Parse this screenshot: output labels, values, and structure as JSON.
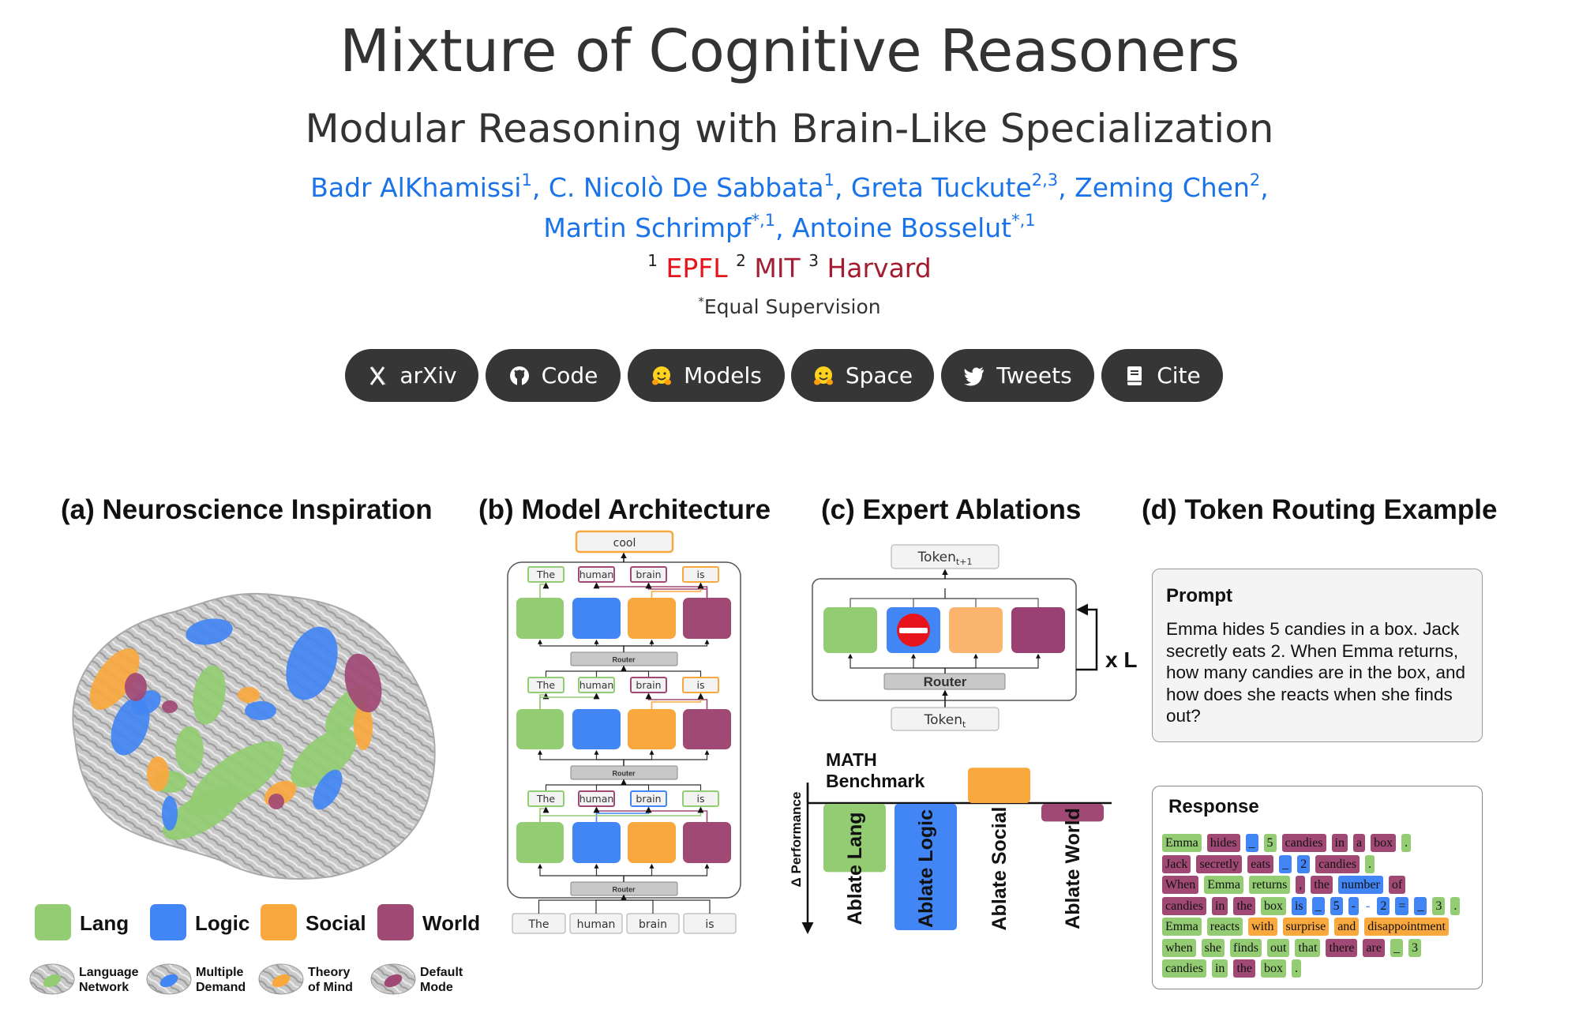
{
  "header": {
    "title": "Mixture of Cognitive Reasoners",
    "subtitle": "Modular Reasoning with Brain-Like Specialization",
    "authors": [
      {
        "name": "Badr AlKhamissi",
        "aff": "1"
      },
      {
        "name": "C. Nicolò De Sabbata",
        "aff": "1"
      },
      {
        "name": "Greta Tuckute",
        "aff": "2,3"
      },
      {
        "name": "Zeming Chen",
        "aff": "2"
      },
      {
        "name": "Martin Schrimpf",
        "aff": "*,1"
      },
      {
        "name": "Antoine Bosselut",
        "aff": "*,1"
      }
    ],
    "affiliations": [
      {
        "num": "1",
        "name": "EPFL",
        "color": "#e8141b"
      },
      {
        "num": "2",
        "name": "MIT",
        "color": "#a31f34"
      },
      {
        "num": "3",
        "name": "Harvard",
        "color": "#a51c30"
      }
    ],
    "equal_mark": "*",
    "equal_note": "Equal Supervision"
  },
  "buttons": [
    {
      "label": "arXiv",
      "icon": "arxiv-icon"
    },
    {
      "label": "Code",
      "icon": "github-icon"
    },
    {
      "label": "Models",
      "icon": "hugging-face-icon"
    },
    {
      "label": "Space",
      "icon": "hugging-face-icon"
    },
    {
      "label": "Tweets",
      "icon": "twitter-icon"
    },
    {
      "label": "Cite",
      "icon": "document-icon"
    }
  ],
  "colors": {
    "lang": "#93cc72",
    "logic": "#4285f4",
    "social": "#f9a83e",
    "world": "#a14975"
  },
  "panels": {
    "a": {
      "title": "(a) Neuroscience Inspiration",
      "legend": [
        {
          "label": "Lang",
          "key": "lang"
        },
        {
          "label": "Logic",
          "key": "logic"
        },
        {
          "label": "Social",
          "key": "social"
        },
        {
          "label": "World",
          "key": "world"
        }
      ],
      "networks": [
        {
          "line1": "Language",
          "line2": "Network",
          "key": "lang"
        },
        {
          "line1": "Multiple",
          "line2": "Demand",
          "key": "logic"
        },
        {
          "line1": "Theory",
          "line2": "of Mind",
          "key": "social"
        },
        {
          "line1": "Default",
          "line2": "Mode",
          "key": "world"
        }
      ]
    },
    "b": {
      "title": "(b) Model Architecture",
      "output_token": "cool",
      "output_expert": "social",
      "router_label": "Router",
      "input_tokens": [
        "The",
        "human",
        "brain",
        "is"
      ],
      "layers_top_to_bottom": [
        {
          "tokens": [
            {
              "t": "The",
              "e": "lang"
            },
            {
              "t": "human",
              "e": "world"
            },
            {
              "t": "brain",
              "e": "world"
            },
            {
              "t": "is",
              "e": "social"
            }
          ]
        },
        {
          "tokens": [
            {
              "t": "The",
              "e": "lang"
            },
            {
              "t": "human",
              "e": "lang"
            },
            {
              "t": "brain",
              "e": "world"
            },
            {
              "t": "is",
              "e": "social"
            }
          ]
        },
        {
          "tokens": [
            {
              "t": "The",
              "e": "lang"
            },
            {
              "t": "human",
              "e": "world"
            },
            {
              "t": "brain",
              "e": "logic"
            },
            {
              "t": "is",
              "e": "lang"
            }
          ]
        }
      ]
    },
    "c": {
      "title": "(c) Expert Ablations",
      "token_out": "Token",
      "token_out_sub": "t+1",
      "token_in": "Token",
      "token_in_sub": "t",
      "router_label": "Router",
      "repeat_label": "x L",
      "ablated_expert": "logic",
      "chart_data": {
        "type": "bar",
        "title_line1": "MATH",
        "title_line2": "Benchmark",
        "ylabel": "Δ Performance",
        "categories": [
          "Ablate Lang",
          "Ablate Logic",
          "Ablate Social",
          "Ablate World"
        ],
        "keys": [
          "lang",
          "logic",
          "social",
          "world"
        ],
        "values": [
          -0.54,
          -1.0,
          0.28,
          -0.14
        ],
        "ylim": [
          -1.05,
          0.45
        ]
      }
    },
    "d": {
      "title": "(d) Token Routing Example",
      "prompt_heading": "Prompt",
      "prompt_text": "Emma hides 5 candies in a box. Jack secretly eats 2. When Emma returns, how many candies are in the box, and how does she reacts when she finds out?",
      "response_heading": "Response",
      "response_rows": [
        [
          [
            "Emma",
            "L"
          ],
          [
            "hides",
            "W"
          ],
          [
            "_",
            "G"
          ],
          [
            "5",
            "L"
          ],
          [
            "candies",
            "W"
          ],
          [
            "in",
            "W"
          ],
          [
            "a",
            "W"
          ],
          [
            "box",
            "W"
          ],
          [
            ".",
            "L"
          ]
        ],
        [
          [
            "Jack",
            "W"
          ],
          [
            "secretly",
            "W"
          ],
          [
            "eats",
            "W"
          ],
          [
            "_",
            "G"
          ],
          [
            "2",
            "G"
          ],
          [
            "candies",
            "W"
          ],
          [
            ".",
            "L"
          ]
        ],
        [
          [
            "When",
            "W"
          ],
          [
            "Emma",
            "L"
          ],
          [
            "returns",
            "L"
          ],
          [
            ",",
            "W"
          ],
          [
            "the",
            "W"
          ],
          [
            "number",
            "G"
          ],
          [
            "of",
            "W"
          ]
        ],
        [
          [
            "candies",
            "W"
          ],
          [
            "in",
            "W"
          ],
          [
            "the",
            "W"
          ],
          [
            "box",
            "L"
          ],
          [
            "is",
            "G"
          ],
          [
            "_",
            "G"
          ],
          [
            "5",
            "G"
          ],
          [
            "-",
            "G"
          ],
          [
            "-",
            "N"
          ],
          [
            "2",
            "G"
          ],
          [
            "=",
            "G"
          ],
          [
            "_",
            "G"
          ],
          [
            "3",
            "L"
          ],
          [
            ".",
            "L"
          ]
        ],
        [
          [
            "Emma",
            "L"
          ],
          [
            "reacts",
            "L"
          ],
          [
            "with",
            "S"
          ],
          [
            "surprise",
            "S"
          ],
          [
            "and",
            "S"
          ],
          [
            "disappointment",
            "S"
          ]
        ],
        [
          [
            "when",
            "L"
          ],
          [
            "she",
            "L"
          ],
          [
            "finds",
            "L"
          ],
          [
            "out",
            "L"
          ],
          [
            "that",
            "L"
          ],
          [
            "there",
            "W"
          ],
          [
            "are",
            "W"
          ],
          [
            "_",
            "L"
          ],
          [
            "3",
            "L"
          ]
        ],
        [
          [
            "candies",
            "L"
          ],
          [
            "in",
            "L"
          ],
          [
            "the",
            "W"
          ],
          [
            "box",
            "L"
          ],
          [
            ".",
            "L"
          ]
        ]
      ]
    }
  }
}
